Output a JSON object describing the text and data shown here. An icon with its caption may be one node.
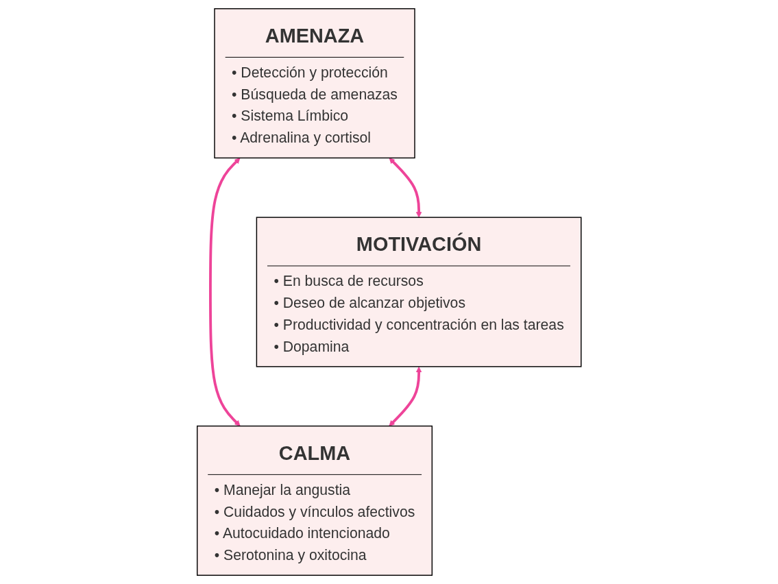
{
  "diagram": {
    "nodes": [
      {
        "text": [
          "AMENAZA",
          "• Detección y protección",
          "• Búsqueda de amenazas",
          "• Sistema Límbico",
          "• Adrenalina y cortisol"
        ]
      },
      {
        "text": [
          "MOTIVACIÓN",
          "• En busca de recursos",
          "• Deseo de alcanzar objetivos",
          "• Productividad y concentración en las tareas",
          "• Dopamina"
        ]
      },
      {
        "text": [
          "CALMA",
          "• Manejar la angustia",
          "• Cuidados y vínculos afectivos",
          "• Autocuidado intencionado",
          "• Serotonina y oxitocina"
        ]
      }
    ],
    "edges": [
      {
        "from": 0,
        "to": 1,
        "arrow": "both"
      },
      {
        "from": 0,
        "to": 2,
        "arrow": "both"
      },
      {
        "from": 1,
        "to": 2,
        "arrow": "both"
      }
    ]
  }
}
